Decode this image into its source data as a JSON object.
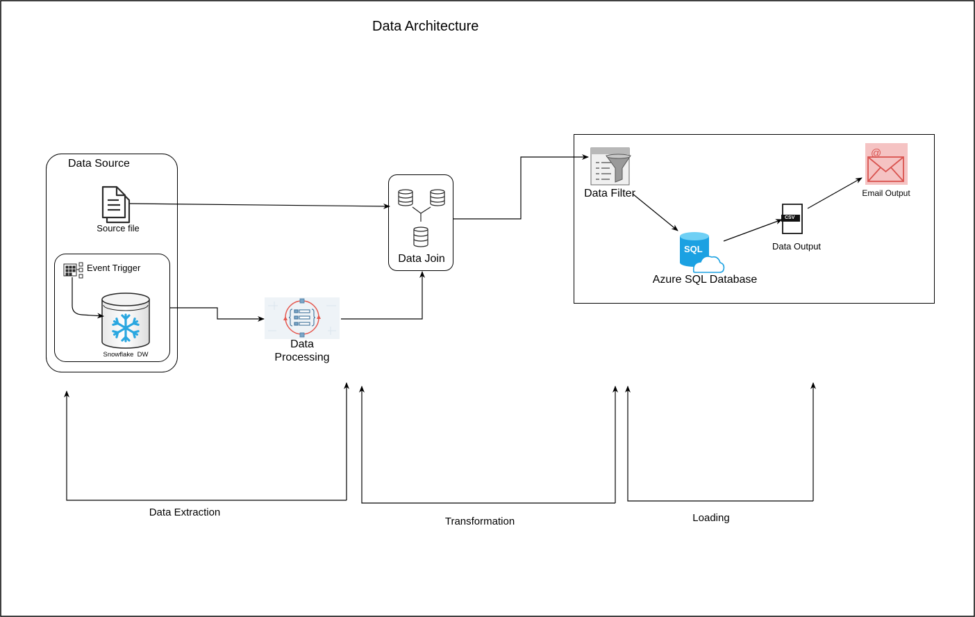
{
  "title": "Data Architecture",
  "nodes": {
    "data_source": "Data Source",
    "source_file": "Source file",
    "event_trigger": "Event Trigger",
    "snowflake_dw": "Snowflake  DW",
    "data_processing_line1": "Data",
    "data_processing_line2": "Processing",
    "data_join": "Data Join",
    "data_filter": "Data Filter",
    "azure_sql": "Azure SQL Database",
    "sql_badge": "SQL",
    "data_output": "Data Output",
    "csv_badge": "CSV",
    "email_output": "Email Output",
    "email_at": "@"
  },
  "stages": {
    "extraction": "Data Extraction",
    "transformation": "Transformation",
    "loading": "Loading"
  }
}
